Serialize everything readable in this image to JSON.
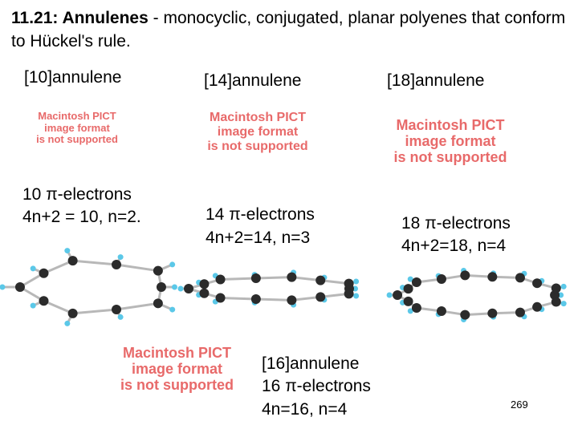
{
  "slide": {
    "title_number": "11.21: Annulenes",
    "title_rest": " - monocyclic, conjugated, planar polyenes that conform to Hückel's rule.",
    "page_number": "269"
  },
  "pict_placeholder": {
    "line1": "Macintosh PICT",
    "line2": "image format",
    "line3": "is not supported"
  },
  "annulenes": [
    {
      "name": "[10]annulene",
      "electrons": "10 π-electrons",
      "rule": "4n+2 = 10, n=2."
    },
    {
      "name": "[14]annulene",
      "electrons": "14 π-electrons",
      "rule": "4n+2=14, n=3"
    },
    {
      "name": "[18]annulene",
      "electrons": "18 π-electrons",
      "rule": "4n+2=18, n=4"
    },
    {
      "name": "[16]annulene",
      "electrons": "16 π-electrons",
      "rule": "4n=16, n=4"
    }
  ],
  "colors": {
    "carbon": "#2b2b2b",
    "hydrogen": "#5bc8e8",
    "bond": "#b8b8b8",
    "placeholder_text": "#e86a6a"
  }
}
